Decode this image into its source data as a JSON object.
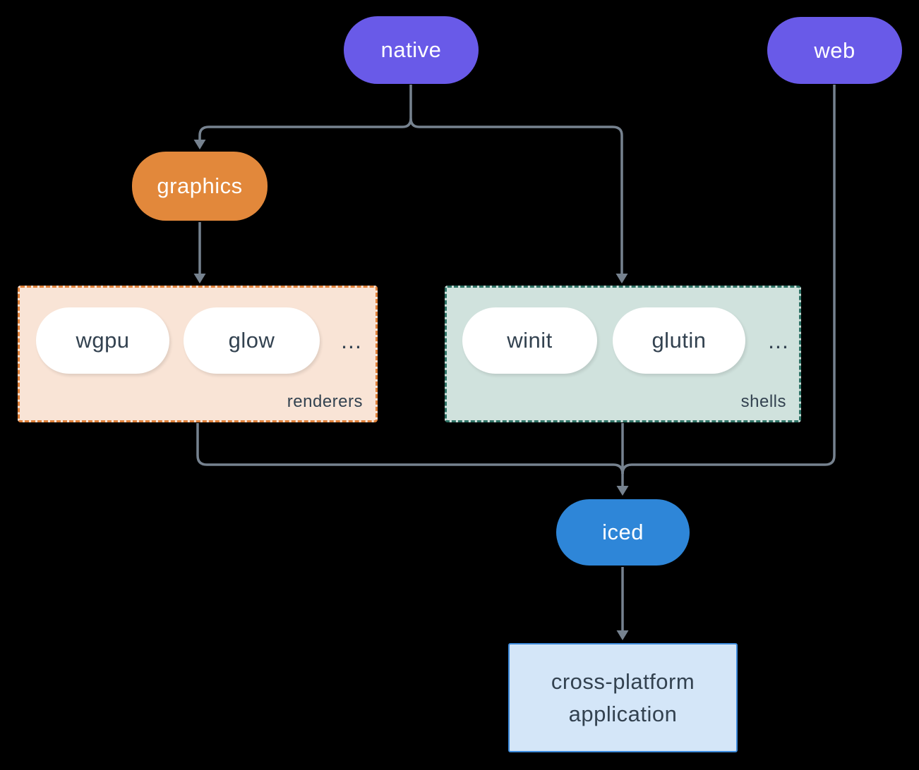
{
  "colors": {
    "background": "#000000",
    "purple": "#695AE8",
    "orange": "#E2883B",
    "blue": "#2E86D8",
    "pill-white": "#FFFFFF",
    "line": "#76828F",
    "text-light": "#FFFFFF",
    "text-dark": "#334250",
    "renderers-fill": "#F9E4D6",
    "renderers-border": "#E0813A",
    "shells-fill": "#D0E2DD",
    "shells-border": "#2E7265",
    "app-fill": "#D4E6F8",
    "app-border": "#3E8BDC"
  },
  "nodes": {
    "native": {
      "label": "native"
    },
    "web": {
      "label": "web"
    },
    "graphics": {
      "label": "graphics"
    },
    "wgpu": {
      "label": "wgpu"
    },
    "glow": {
      "label": "glow"
    },
    "winit": {
      "label": "winit"
    },
    "glutin": {
      "label": "glutin"
    },
    "iced": {
      "label": "iced"
    },
    "application": {
      "label_line1": "cross-platform",
      "label_line2": "application"
    }
  },
  "groups": {
    "renderers": {
      "label": "renderers",
      "ellipsis": "..."
    },
    "shells": {
      "label": "shells",
      "ellipsis": "..."
    }
  },
  "edges": [
    {
      "from": "native",
      "to": "graphics"
    },
    {
      "from": "native",
      "to": "shells"
    },
    {
      "from": "graphics",
      "to": "renderers"
    },
    {
      "from": "renderers",
      "to": "iced"
    },
    {
      "from": "shells",
      "to": "iced"
    },
    {
      "from": "web",
      "to": "iced"
    },
    {
      "from": "iced",
      "to": "application"
    }
  ]
}
